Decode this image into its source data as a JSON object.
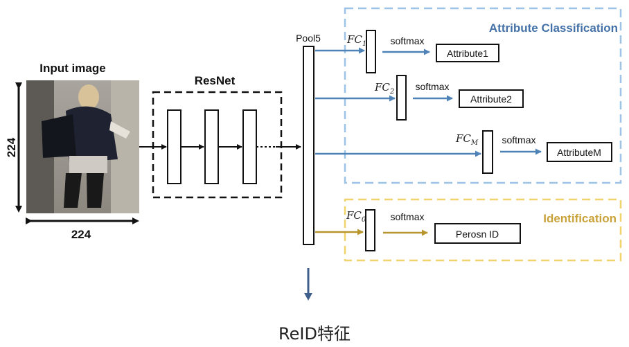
{
  "input": {
    "title": "Input image",
    "height_label": "224",
    "width_label": "224"
  },
  "resnet": {
    "title": "ResNet"
  },
  "pool": {
    "label": "Pool5"
  },
  "attribute_section": {
    "title": "Attribute Classification"
  },
  "identification_section": {
    "title": "Identification"
  },
  "branches": [
    {
      "fc_base": "FC",
      "fc_sub": "1",
      "activation": "softmax",
      "output": "Attribute1"
    },
    {
      "fc_base": "FC",
      "fc_sub": "2",
      "activation": "softmax",
      "output": "Attribute2"
    },
    {
      "fc_base": "FC",
      "fc_sub": "M",
      "activation": "softmax",
      "output": "AttributeM"
    },
    {
      "fc_base": "FC",
      "fc_sub": "0",
      "activation": "softmax",
      "output": "Perosn ID"
    }
  ],
  "caption": "ReID特征",
  "colors": {
    "attribute_arrow": "#4f83b8",
    "attribute_box": "#9dc3e6",
    "attribute_title": "#4472a8",
    "id_arrow": "#b8962e",
    "id_box": "#f0d36a",
    "id_title": "#c9a33a",
    "down_arrow": "#3f5f8c"
  }
}
